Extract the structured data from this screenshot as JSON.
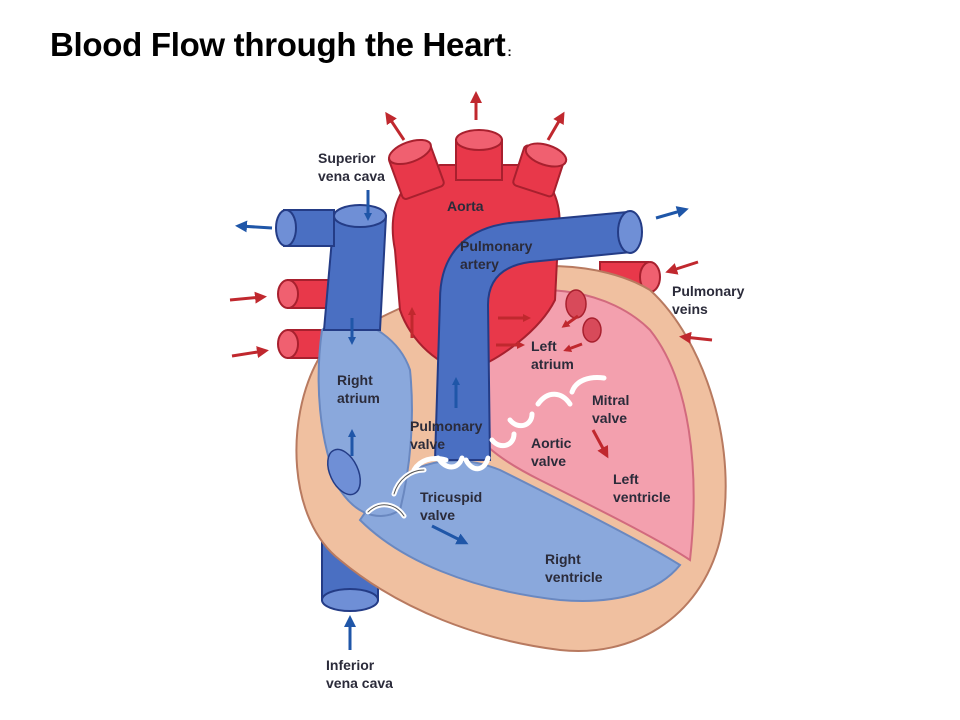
{
  "title": {
    "text": "Blood Flow through the Heart",
    "suffix": ":"
  },
  "colors": {
    "oxygenated": "#e8384a",
    "oxygenated_dark": "#a8202e",
    "deoxygenated": "#4a6fc2",
    "deoxygenated_dark": "#243c86",
    "wall": "#f0c0a0",
    "right_chamber": "#8aa8dc",
    "left_chamber": "#f3a0ae",
    "arrow_red": "#c0282e",
    "arrow_blue": "#1f56a8",
    "label": "#2b2b3a"
  },
  "labels": {
    "superior_vena_cava": [
      "Superior",
      "vena cava"
    ],
    "aorta": [
      "Aorta"
    ],
    "pulmonary_artery": [
      "Pulmonary",
      "artery"
    ],
    "pulmonary_veins": [
      "Pulmonary",
      "veins"
    ],
    "left_atrium": [
      "Left",
      "atrium"
    ],
    "right_atrium": [
      "Right",
      "atrium"
    ],
    "mitral_valve": [
      "Mitral",
      "valve"
    ],
    "pulmonary_valve": [
      "Pulmonary",
      "valve"
    ],
    "aortic_valve": [
      "Aortic",
      "valve"
    ],
    "left_ventricle": [
      "Left",
      "ventricle"
    ],
    "tricuspid_valve": [
      "Tricuspid",
      "valve"
    ],
    "right_ventricle": [
      "Right",
      "ventricle"
    ],
    "inferior_vena_cava": [
      "Inferior",
      "vena cava"
    ]
  }
}
